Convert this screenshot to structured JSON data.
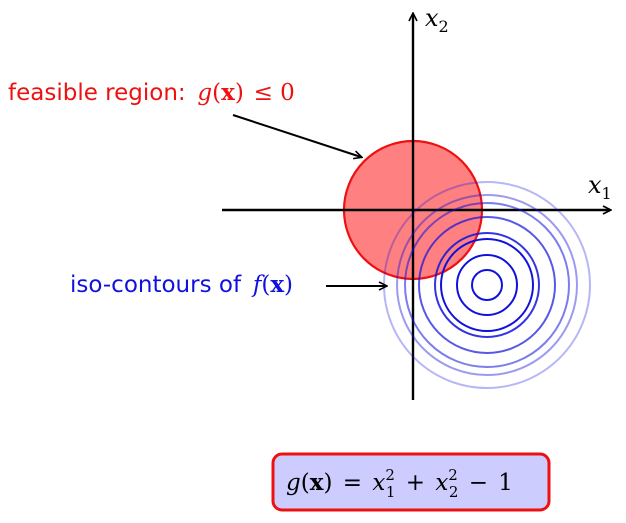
{
  "axes": {
    "x_label": {
      "var": "x",
      "sub": "1"
    },
    "y_label": {
      "var": "x",
      "sub": "2"
    }
  },
  "feasible_annotation": {
    "text": "feasible region:",
    "math_fn": "g",
    "math_arg": "x",
    "math_rel": "≤ 0",
    "color": "#ee1111"
  },
  "contour_annotation": {
    "text": "iso-contours of",
    "math_fn": "f",
    "math_arg": "x",
    "color": "#1111dd"
  },
  "formula": {
    "lhs_fn": "g",
    "lhs_arg": "x",
    "eq": "=",
    "t1_var": "x",
    "t1_sub": "1",
    "t1_sup": "2",
    "plus": "+",
    "t2_var": "x",
    "t2_sub": "2",
    "t2_sup": "2",
    "minus": "−",
    "const": "1",
    "border_color": "#ee1111",
    "fill_color": "#ccccff"
  },
  "colors": {
    "feasible_fill": "#ff8080",
    "feasible_stroke": "#ee1111",
    "axis": "#000000",
    "contour": "#1111dd"
  },
  "contour_opacities": [
    1,
    1,
    1,
    0.85,
    0.7,
    0.55,
    0.42,
    0.3
  ]
}
